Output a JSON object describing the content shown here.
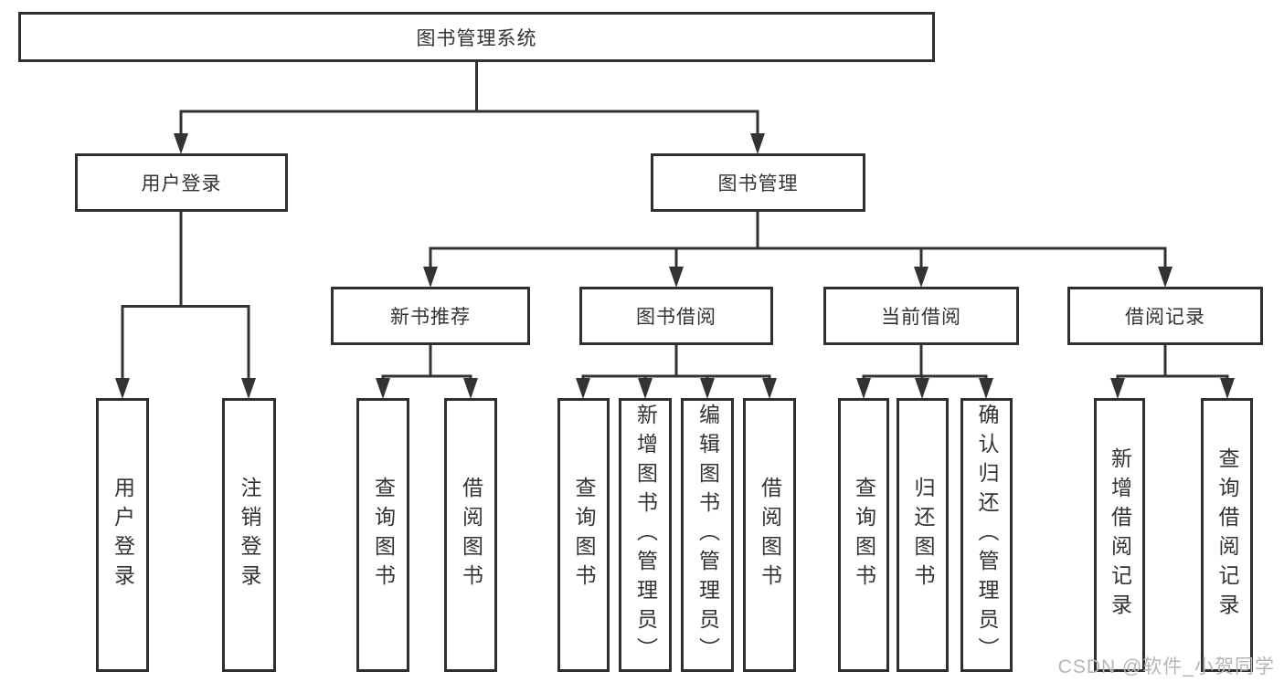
{
  "colors": {
    "line": "#333333",
    "box_border": "#2f2f2f",
    "text": "#333333",
    "background": "#ffffff",
    "watermark": "#b5b5b5"
  },
  "tree": {
    "root": "图书管理系统",
    "children": [
      {
        "label": "用户登录",
        "children": [
          "用户登录",
          "注销登录"
        ]
      },
      {
        "label": "图书管理",
        "children": [
          {
            "label": "新书推荐",
            "children": [
              "查询图书",
              "借阅图书"
            ]
          },
          {
            "label": "图书借阅",
            "children": [
              "查询图书",
              "新增图书（管理员）",
              "编辑图书（管理员）",
              "借阅图书"
            ]
          },
          {
            "label": "当前借阅",
            "children": [
              "查询图书",
              "归还图书",
              "确认归还（管理员）"
            ]
          },
          {
            "label": "借阅记录",
            "children": [
              "新增借阅记录",
              "查询借阅记录"
            ]
          }
        ]
      }
    ]
  },
  "watermark": "CSDN @软件_小贺同学"
}
